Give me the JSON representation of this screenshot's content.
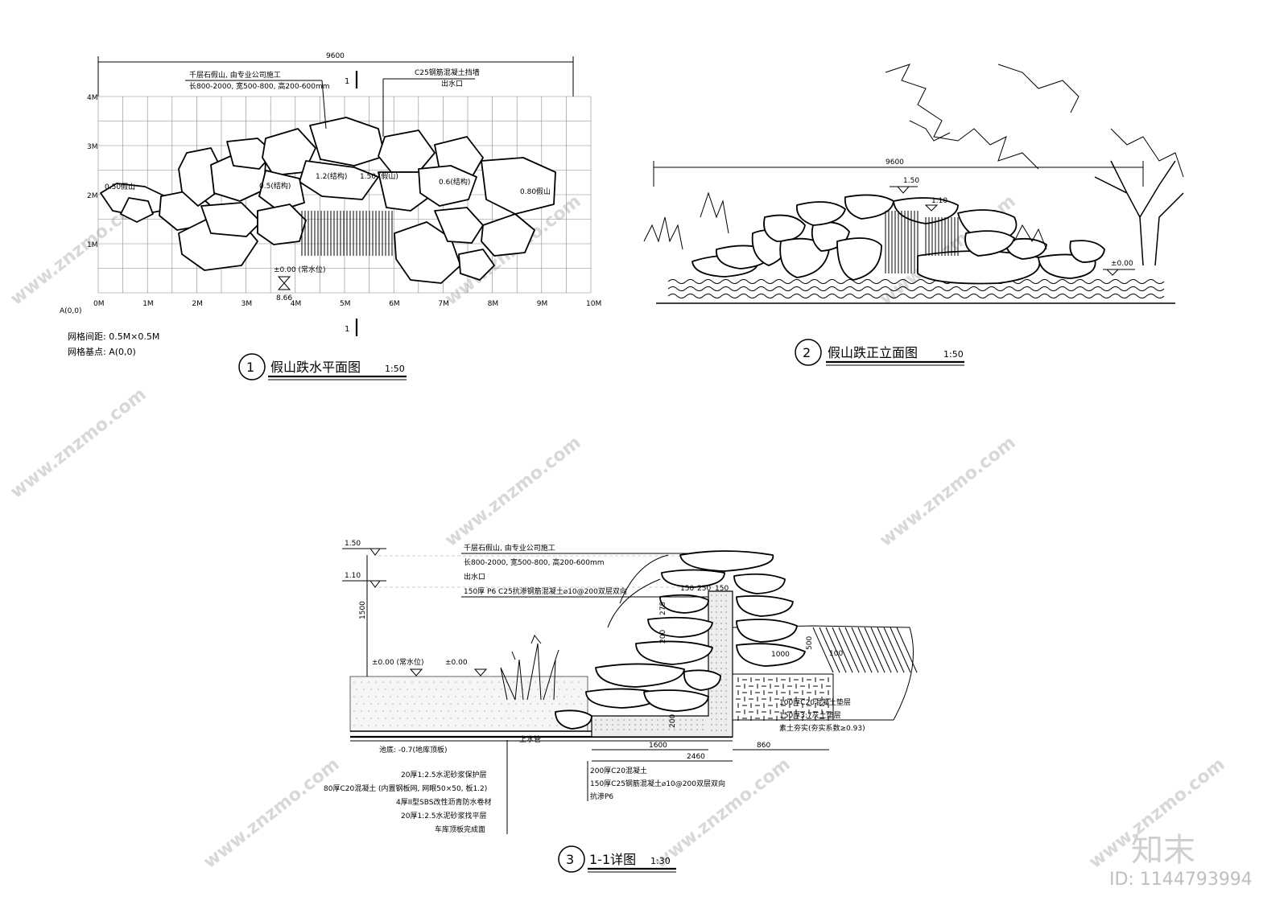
{
  "watermark": {
    "site": "www.znzmo.com",
    "brand_cn": "知末",
    "id_label": "ID: 1144793994"
  },
  "plan": {
    "number": "1",
    "title": "假山跌水平面图",
    "scale": "1:50",
    "overall_dim": "9600",
    "note_rock_1": "千层石假山, 由专业公司施工",
    "note_rock_2": "长800-2000, 宽500-800, 高200-600mm",
    "note_wall": "C25钢筋混凝土挡墙",
    "note_outlet": "出水口",
    "section_mark": "1",
    "x_ticks": [
      "0M",
      "1M",
      "2M",
      "3M",
      "4M",
      "5M",
      "6M",
      "7M",
      "8M",
      "9M",
      "10M"
    ],
    "y_ticks": [
      "4M",
      "3M",
      "2M",
      "1M"
    ],
    "origin": "A(0,0)",
    "elev_labels": [
      "0.50假山",
      "0.5(结构)",
      "1.2(结构)",
      "1.50 (假山)",
      "0.6(结构)",
      "0.80假山"
    ],
    "water_level": "±0.00 (常水位)",
    "water_depth": "8.66",
    "grid_spacing": "网格间距: 0.5M×0.5M",
    "grid_base": "网格基点: A(0,0)"
  },
  "elevation": {
    "number": "2",
    "title": "假山跌正立面图",
    "scale": "1:50",
    "overall_dim": "9600",
    "top_elev": "1.50",
    "mid_elev": "1.10",
    "ground_elev": "±0.00"
  },
  "section": {
    "number": "3",
    "title": "1-1详图",
    "scale": "1:30",
    "elev_top": "1.50",
    "elev_mid": "1.10",
    "dim_height": "1500",
    "dim_water": "500",
    "water_level": "±0.00 (常水位)",
    "ground_level": "±0.00",
    "notes_top": [
      "千层石假山, 由专业公司施工",
      "长800-2000, 宽500-800, 高200-600mm",
      "出水口",
      "150厚 P6 C25抗渗钢筋混凝土⌀10@200双层双向"
    ],
    "inner_dims": [
      "150",
      "250",
      "150",
      "275",
      "200",
      "1000",
      "500",
      "100",
      "200"
    ],
    "right_notes": [
      "100厚C20混凝土垫层",
      "150厚3:7灰土垫层",
      "素土夯实(夯实系数≥0.93)"
    ],
    "pipe": "上水管",
    "pool_bottom": "池底: -0.7(地库顶板)",
    "bottom_dims": [
      "1600",
      "2460",
      "860"
    ],
    "bottom_notes": [
      "200厚C20混凝土",
      "150厚C25钢筋混凝土⌀10@200双层双向",
      "抗渗P6"
    ],
    "layer_notes": [
      "20厚1:2.5水泥砂浆保护层",
      "80厚C20混凝土 (内置钢板网, 网眼50×50, 板1.2)",
      "4厚II型SBS改性沥青防水卷材",
      "20厚1:2.5水泥砂浆找平层",
      "车库顶板完成面"
    ]
  }
}
